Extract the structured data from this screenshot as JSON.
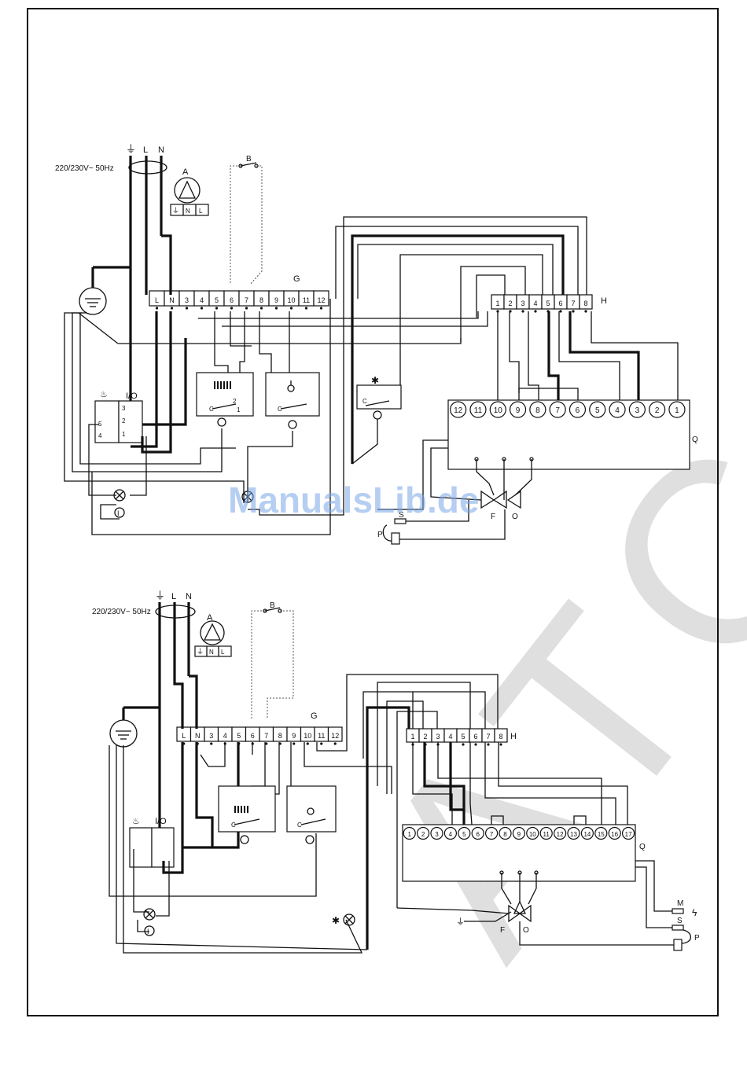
{
  "upper": {
    "supply": "220/230V~ 50Hz",
    "earth_symbol": "⏚",
    "line": "L",
    "neutral": "N",
    "pump": {
      "label": "A",
      "terms": [
        "⏚",
        "N",
        "L"
      ]
    },
    "switch_b": "B",
    "block_g": {
      "label": "G",
      "terms": [
        "L",
        "N",
        "3",
        "4",
        "5",
        "6",
        "7",
        "8",
        "9",
        "10",
        "11",
        "12"
      ]
    },
    "block_h": {
      "label": "H",
      "terms": [
        "1",
        "2",
        "3",
        "4",
        "5",
        "6",
        "7",
        "8"
      ]
    },
    "block_q": {
      "label": "Q",
      "terms": [
        "12",
        "11",
        "10",
        "9",
        "8",
        "7",
        "6",
        "5",
        "4",
        "3",
        "2",
        "1"
      ]
    },
    "switch_io": "I/O",
    "io_terms": [
      "3",
      "2",
      "1",
      "5",
      "4"
    ],
    "thermostat_c": "C",
    "thermostat_n1": "2",
    "thermostat_n2": "1",
    "valve_f": "F",
    "valve_o": "O",
    "sensor_s": "S",
    "probe_p": "P",
    "lamp_code": "I"
  },
  "lower": {
    "supply": "220/230V~ 50Hz",
    "line": "L",
    "neutral": "N",
    "pump_label": "A",
    "pump_terms": [
      "⏚",
      "N",
      "L"
    ],
    "switch_b": "B",
    "block_g": {
      "label": "G",
      "terms": [
        "L",
        "N",
        "3",
        "4",
        "5",
        "6",
        "7",
        "8",
        "9",
        "10",
        "11",
        "12"
      ]
    },
    "block_h": {
      "label": "H",
      "terms": [
        "1",
        "2",
        "3",
        "4",
        "5",
        "6",
        "7",
        "8"
      ]
    },
    "block_q": {
      "label": "Q",
      "terms": [
        "1",
        "2",
        "3",
        "4",
        "5",
        "6",
        "7",
        "8",
        "9",
        "10",
        "11",
        "12",
        "13",
        "14",
        "15",
        "16",
        "17"
      ]
    },
    "switch_io": "I/O",
    "valve_f": "F",
    "valve_o": "O",
    "motor_m": "M",
    "sensor_s": "S",
    "probe_p": "P",
    "lamp_code": "I"
  },
  "watermark": "ManualsLib.de",
  "watermark_big": "ATC ROC"
}
